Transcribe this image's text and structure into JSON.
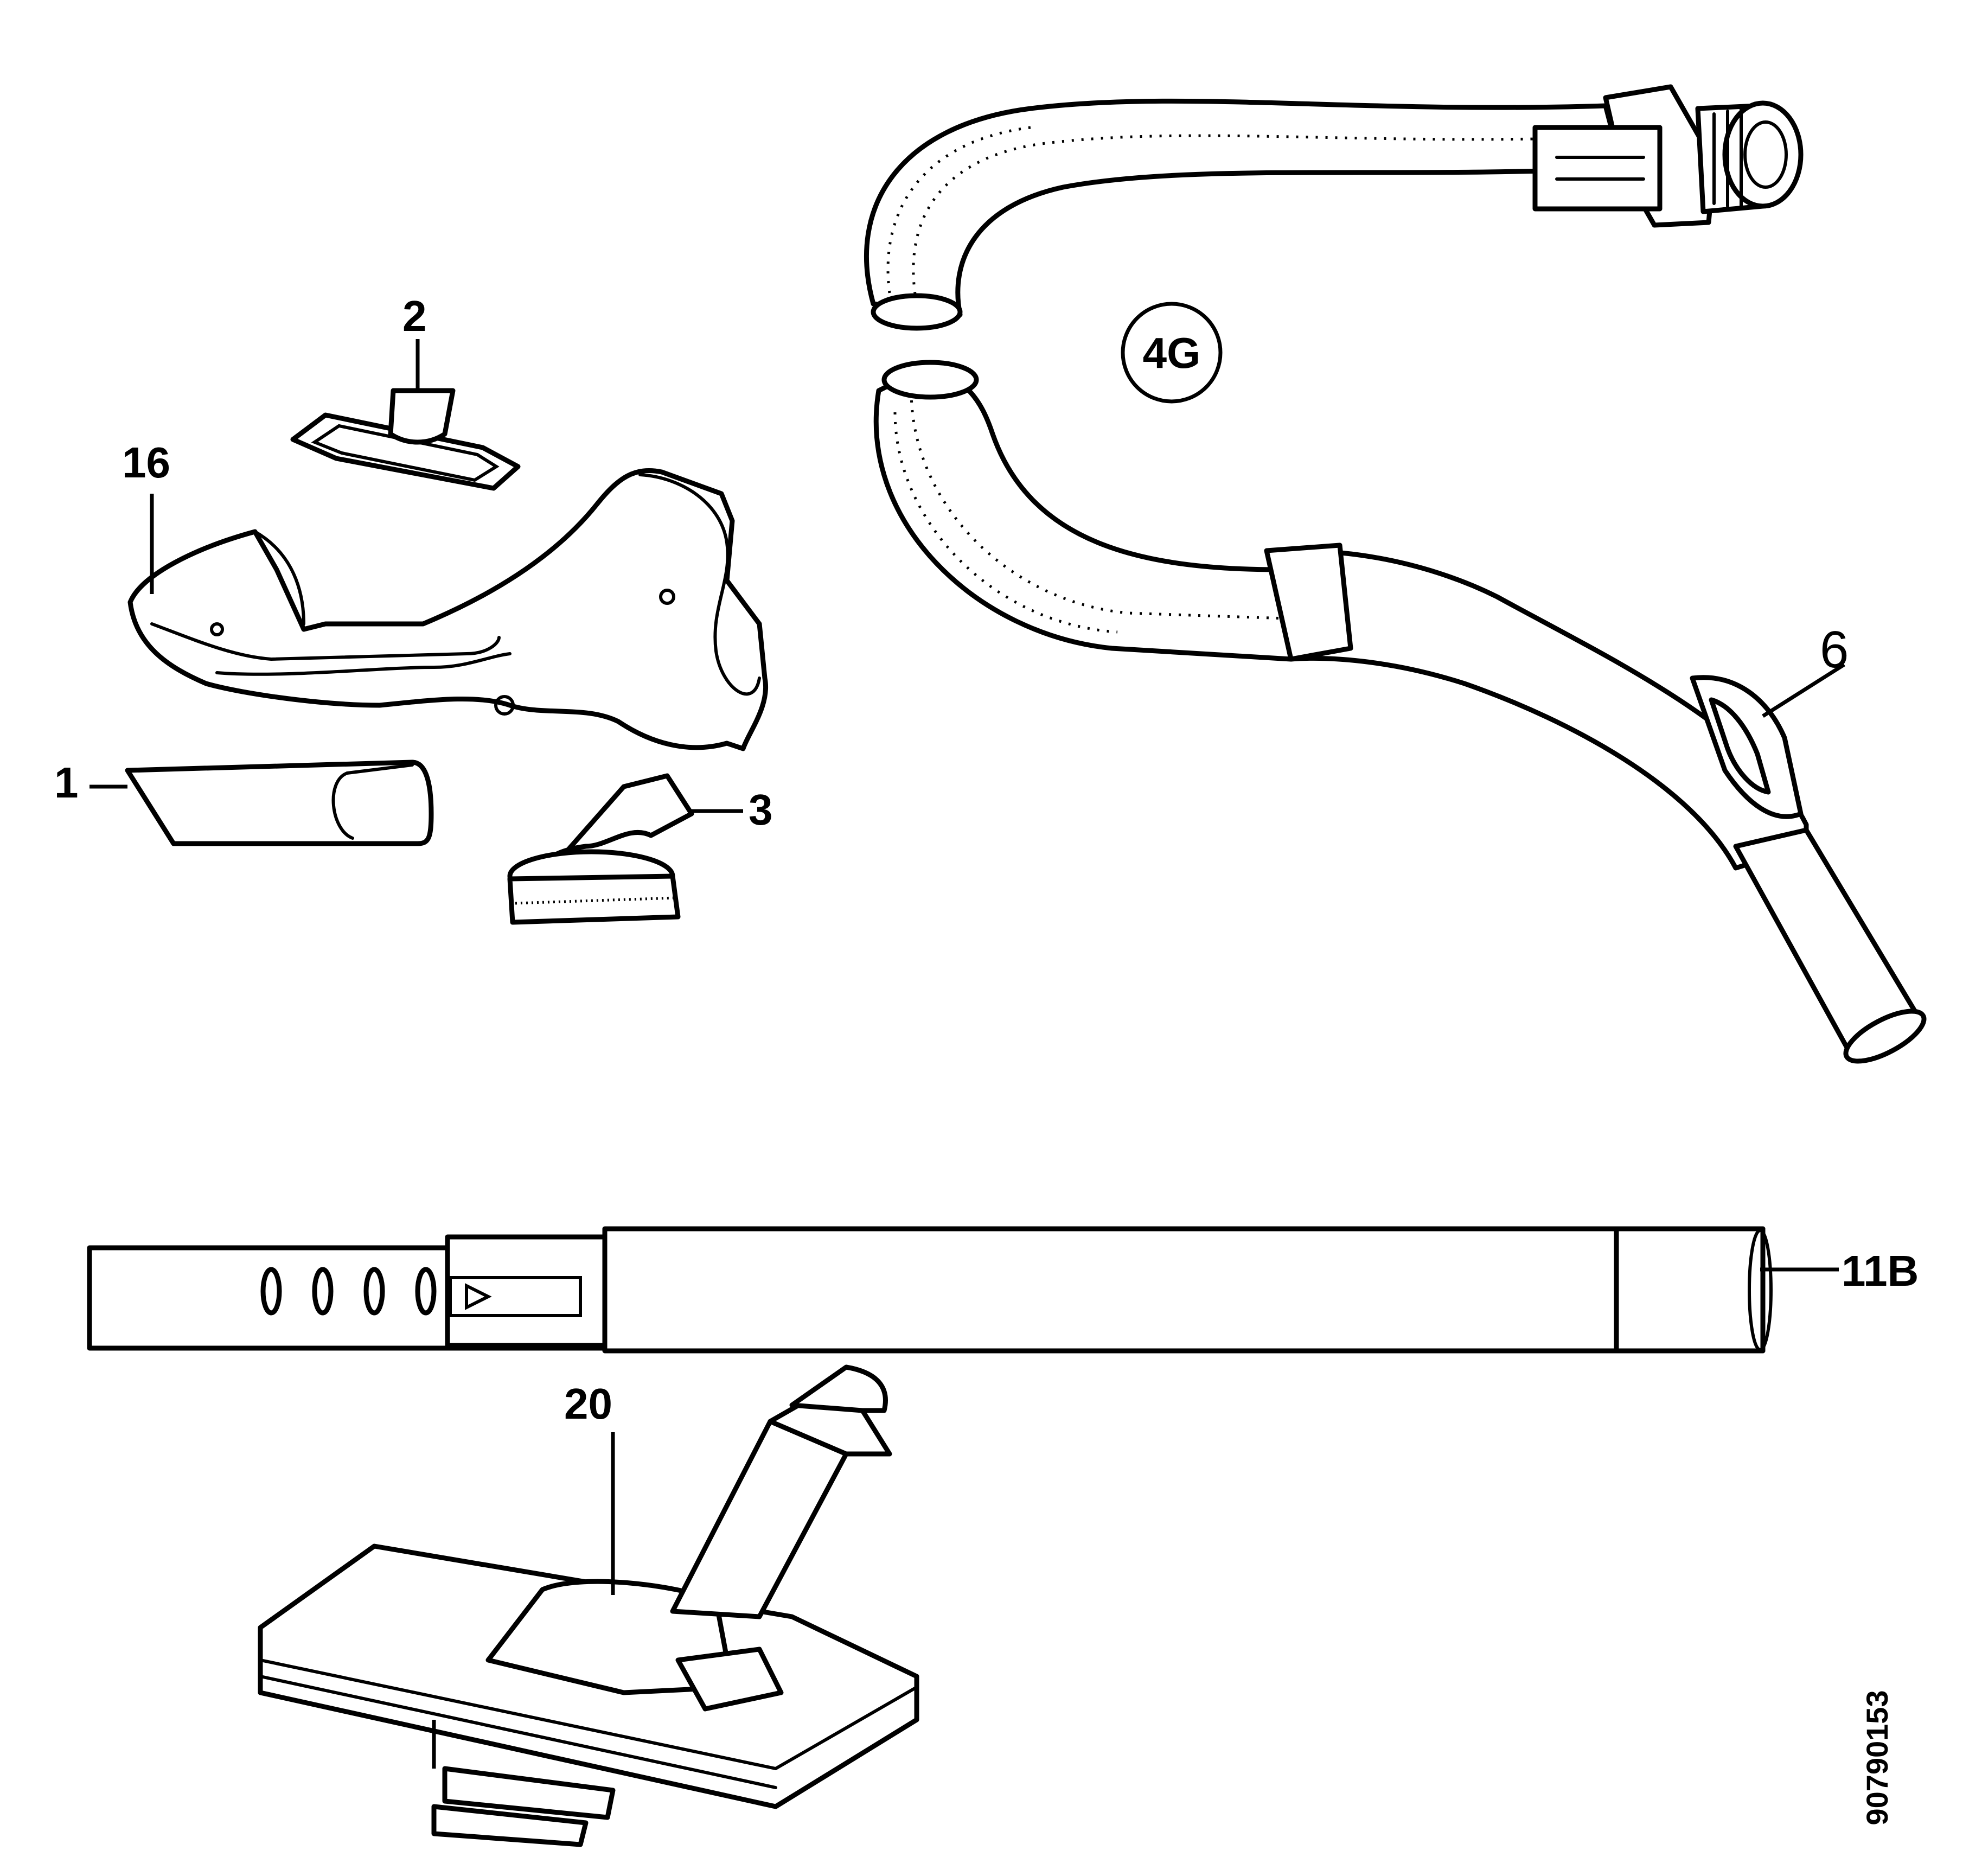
{
  "labels": {
    "part_1": "1",
    "part_2": "2",
    "part_3": "3",
    "part_6": "6",
    "part_11b": "11B",
    "part_16": "16",
    "part_20": "20",
    "group_4g": "4G"
  },
  "drawing_number": "90790153"
}
